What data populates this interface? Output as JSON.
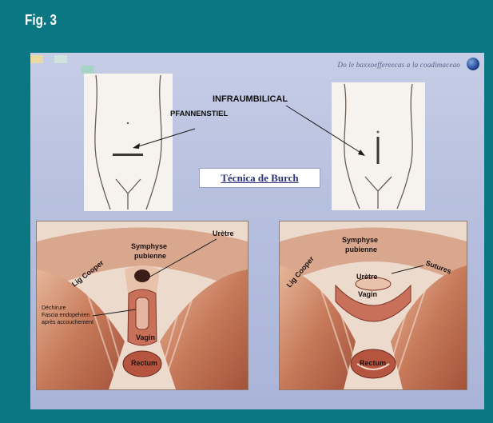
{
  "figure": {
    "label": "Fig. 3"
  },
  "slide": {
    "header_text": "Do le baxxoeffereecas a la coadimaceao",
    "globe_icon": "globe-icon",
    "corner_colors": [
      "#e9d9a3",
      "#cfe2dd",
      "#a8d3c6"
    ],
    "title": "Técnica de Burch"
  },
  "incisions": {
    "pfannenstiel": "PFANNENSTIEL",
    "infraumbilical": "INFRAUMBILICAL"
  },
  "left_illustration": {
    "labels": {
      "lig_cooper": "Lig Cooper",
      "symphyse": "Symphyse",
      "pubienne": "pubienne",
      "uretre": "Urètre",
      "dechirure": "Déchirure",
      "fascia_1": "Fascia endopelvien",
      "fascia_2": "après accouchement",
      "vagin": "Vagin",
      "rectum": "Rectum"
    }
  },
  "right_illustration": {
    "labels": {
      "lig_cooper": "Lig Cooper",
      "symphyse": "Symphyse",
      "pubienne": "pubienne",
      "sutures": "Sutures",
      "uretre": "Urètre",
      "vagin": "Vagin",
      "rectum": "Rectum"
    }
  }
}
